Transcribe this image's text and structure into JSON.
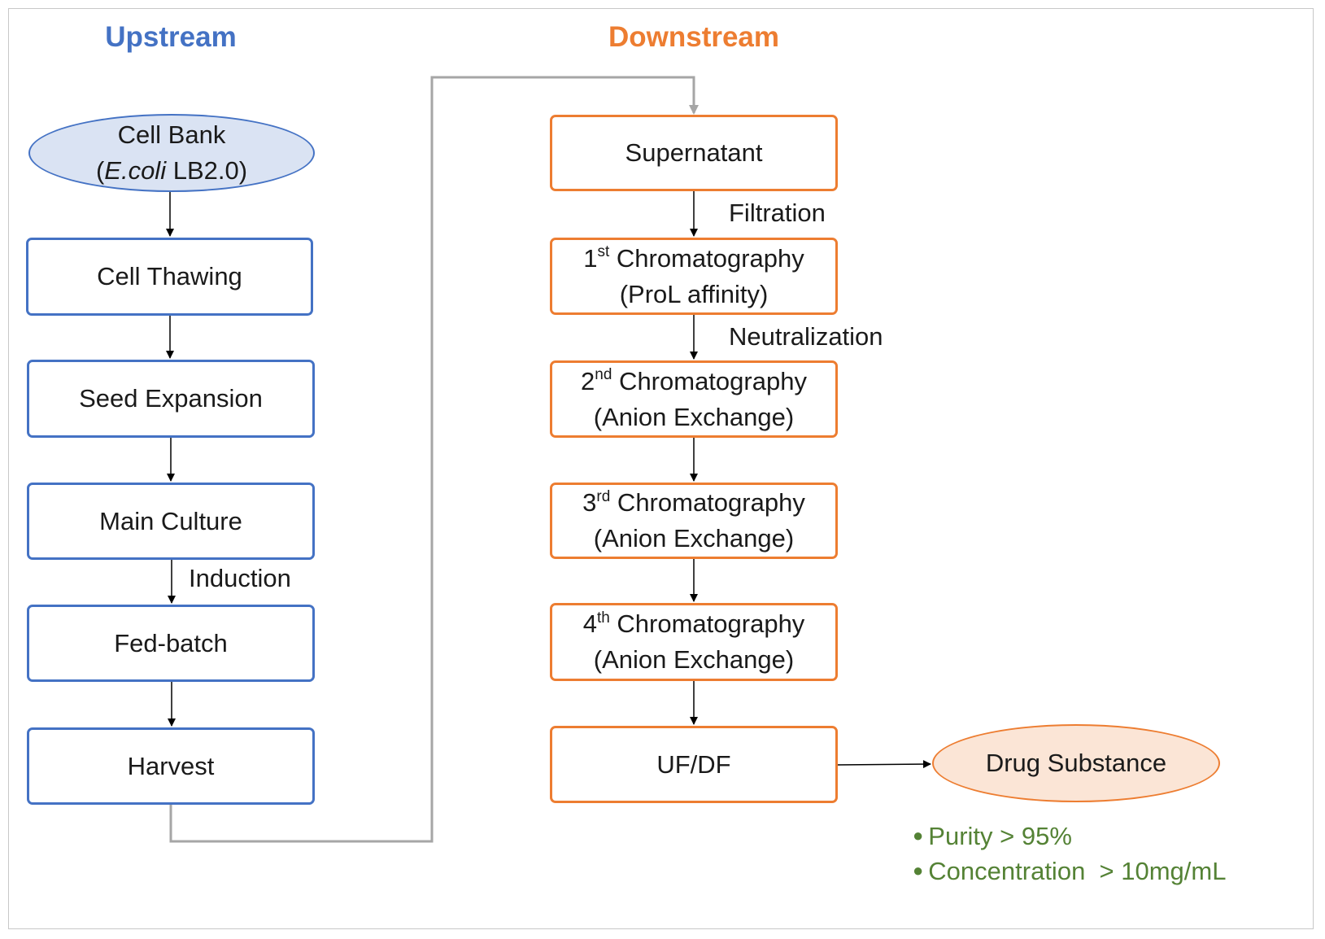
{
  "headings": {
    "upstream": "Upstream",
    "downstream": "Downstream"
  },
  "colors": {
    "upstream": "#4472c4",
    "downstream": "#ed7d31",
    "spec_text": "#548235",
    "connector": "#a6a6a6"
  },
  "upstream": {
    "cell_bank": {
      "line1": "Cell Bank",
      "open": "(",
      "species": "E.coli",
      "strain": " LB2.0)"
    },
    "steps": [
      "Cell Thawing",
      "Seed Expansion",
      "Main Culture",
      "Fed-batch",
      "Harvest"
    ],
    "labels": {
      "induction": "Induction"
    }
  },
  "downstream": {
    "supernatant": "Supernatant",
    "chromatography": [
      {
        "num": "1",
        "sup": "st",
        "title": " Chromatography",
        "sub": "(ProL affinity)"
      },
      {
        "num": "2",
        "sup": "nd",
        "title": " Chromatography",
        "sub": "(Anion Exchange)"
      },
      {
        "num": "3",
        "sup": "rd",
        "title": " Chromatography",
        "sub": "(Anion Exchange)"
      },
      {
        "num": "4",
        "sup": "th",
        "title": " Chromatography",
        "sub": "(Anion Exchange)"
      }
    ],
    "ufdf": "UF/DF",
    "labels": {
      "filtration": "Filtration",
      "neutralization": "Neutralization"
    }
  },
  "product": {
    "name": "Drug Substance",
    "specs": [
      "Purity > 95%",
      "Concentration  > 10mg/mL"
    ]
  }
}
